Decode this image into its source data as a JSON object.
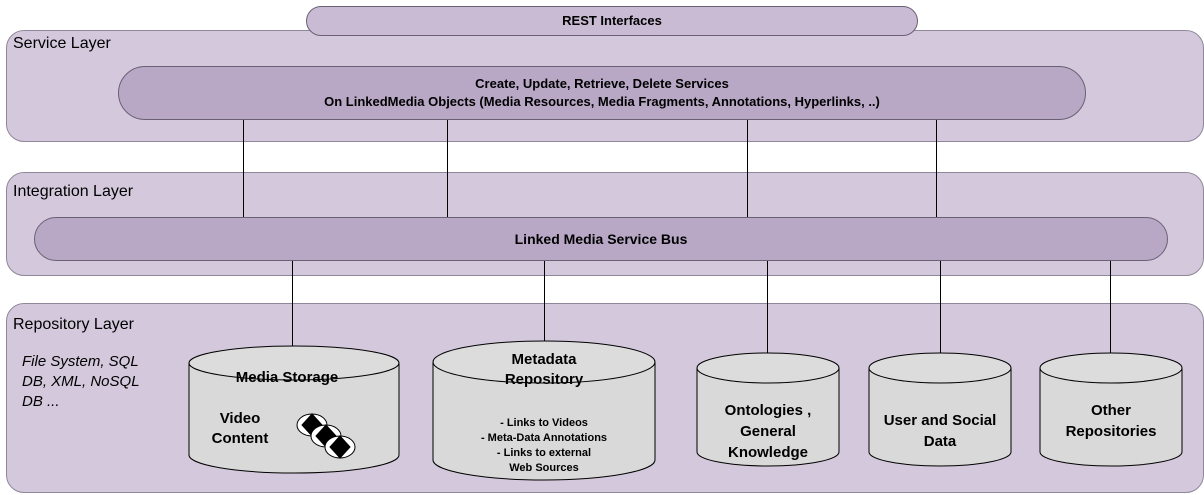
{
  "rest": {
    "label": "REST Interfaces"
  },
  "service_layer": {
    "title": "Service Layer",
    "pill_line1": "Create, Update, Retrieve, Delete Services",
    "pill_line2": "On LinkedMedia Objects (Media Resources, Media Fragments, Annotations, Hyperlinks, ..)"
  },
  "integration_layer": {
    "title": "Integration Layer",
    "bus_label": "Linked Media Service Bus"
  },
  "repository_layer": {
    "title": "Repository Layer",
    "note_lines": [
      "File System, SQL",
      "DB, XML, NoSQL",
      "DB ..."
    ],
    "repos": [
      {
        "title": "Media Storage",
        "content": [
          "Video",
          "Content"
        ]
      },
      {
        "title_lines": [
          "Metadata",
          "Repository"
        ],
        "items": [
          "- Links to Videos",
          "- Meta-Data Annotations",
          "- Links to external",
          "Web Sources"
        ]
      },
      {
        "lines": [
          "Ontologies ,",
          "General",
          "Knowledge"
        ]
      },
      {
        "lines": [
          "User and Social",
          "Data"
        ]
      },
      {
        "lines": [
          "Other",
          "Repositories"
        ]
      }
    ]
  },
  "colors": {
    "layer_fill": "#d4c9dc",
    "pill_fill": "#b8a8c6",
    "cylinder_fill": "#d9d9d9"
  }
}
